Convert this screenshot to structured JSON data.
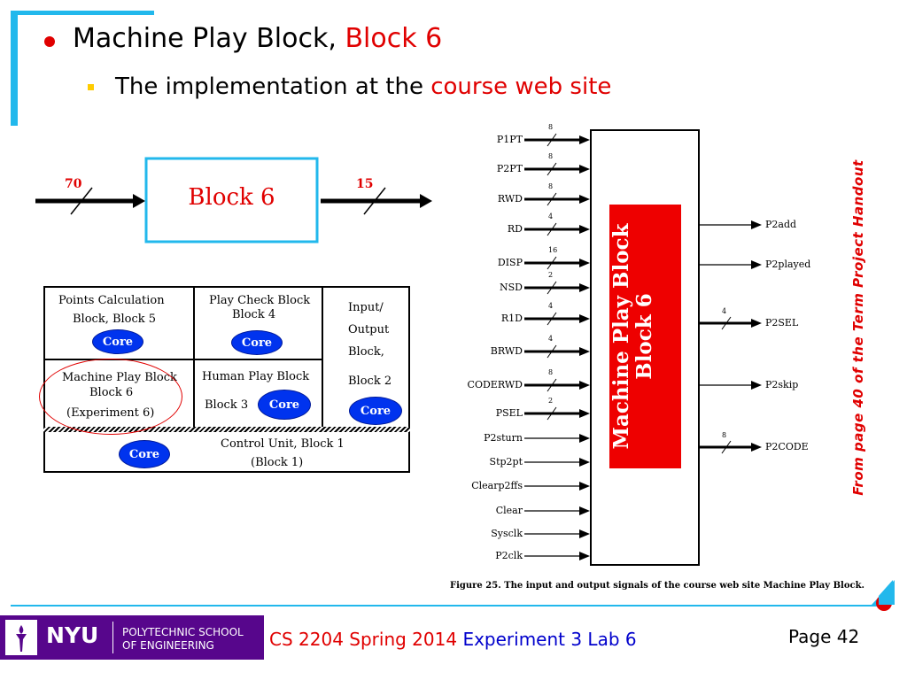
{
  "slide": {
    "bullet1_black": "Machine Play Block,",
    "bullet1_red": "Block 6",
    "bullet2_black": "The implementation at the",
    "bullet2_red": "course web site",
    "side_note": "From page 40 of the Term Project Handout"
  },
  "block_diagram": {
    "label": "Block 6",
    "input_width": "70",
    "output_width": "15"
  },
  "table": {
    "c1r1_a": "Points Calculation",
    "c1r1_b": "Block, Block 5",
    "c2r1_a": "Play Check Block",
    "c2r1_b": "Block 4",
    "c3_a": "Input/",
    "c3_b": "Output",
    "c3_c": "Block,",
    "c3_d": "Block 2",
    "c1r2_a": "Machine Play Block",
    "c1r2_b": "Block 6",
    "c1r2_c": "(Experiment 6)",
    "c2r2_a": "Human Play Block",
    "c2r2_b": "Block 3",
    "bottom_a": "Control Unit, Block 1",
    "bottom_b": "(Block 1)",
    "core": "Core"
  },
  "schematic": {
    "block_title_1": "Machine Play Block",
    "block_title_2": "Block 6",
    "inputs": [
      {
        "name": "P1PT",
        "width": "8"
      },
      {
        "name": "P2PT",
        "width": "8"
      },
      {
        "name": "RWD",
        "width": "8"
      },
      {
        "name": "RD",
        "width": "4"
      },
      {
        "name": "DISP",
        "width": "16"
      },
      {
        "name": "NSD",
        "width": "2"
      },
      {
        "name": "R1D",
        "width": "4"
      },
      {
        "name": "BRWD",
        "width": "4"
      },
      {
        "name": "CODERWD",
        "width": "8"
      },
      {
        "name": "PSEL",
        "width": "2"
      },
      {
        "name": "P2sturn",
        "width": ""
      },
      {
        "name": "Stp2pt",
        "width": ""
      },
      {
        "name": "Clearp2ffs",
        "width": ""
      },
      {
        "name": "Clear",
        "width": ""
      },
      {
        "name": "Sysclk",
        "width": ""
      },
      {
        "name": "P2clk",
        "width": ""
      }
    ],
    "outputs": [
      {
        "name": "P2add",
        "width": ""
      },
      {
        "name": "P2played",
        "width": ""
      },
      {
        "name": "P2SEL",
        "width": "4"
      },
      {
        "name": "P2skip",
        "width": ""
      },
      {
        "name": "P2CODE",
        "width": "8"
      }
    ],
    "caption": "Figure 25. The input and output signals of the course web site Machine Play Block."
  },
  "footer": {
    "nyu": "NYU",
    "school_1": "POLYTECHNIC SCHOOL",
    "school_2": "OF ENGINEERING",
    "course_red": "CS 2204 Spring 2014",
    "course_blue": "Experiment 3 Lab 6",
    "page_label": "Page 42"
  },
  "colors": {
    "accent_cyan": "#22b8ec",
    "red": "#e00000",
    "blue": "#0000cc",
    "nyu_purple": "#57068c",
    "core_blue": "#0033ee"
  }
}
